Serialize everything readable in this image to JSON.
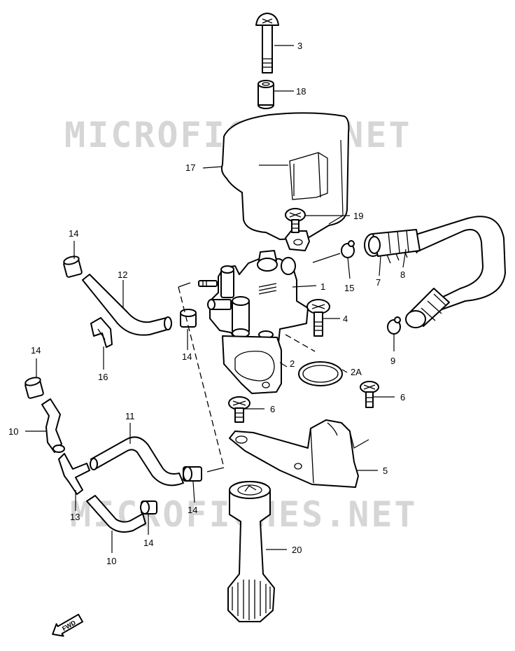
{
  "watermark": {
    "text": "MICROFICHES.NET"
  },
  "direction_marker": {
    "label": "FWD"
  },
  "callouts": [
    {
      "id": "c3",
      "label": "3"
    },
    {
      "id": "c18",
      "label": "18"
    },
    {
      "id": "c17",
      "label": "17"
    },
    {
      "id": "c19",
      "label": "19"
    },
    {
      "id": "c14a",
      "label": "14"
    },
    {
      "id": "c12",
      "label": "12"
    },
    {
      "id": "c1",
      "label": "1"
    },
    {
      "id": "c15",
      "label": "15"
    },
    {
      "id": "c7",
      "label": "7"
    },
    {
      "id": "c8",
      "label": "8"
    },
    {
      "id": "c4",
      "label": "4"
    },
    {
      "id": "c9",
      "label": "9"
    },
    {
      "id": "c16",
      "label": "16"
    },
    {
      "id": "c14b",
      "label": "14"
    },
    {
      "id": "c2",
      "label": "2"
    },
    {
      "id": "c2a",
      "label": "2A"
    },
    {
      "id": "c14c",
      "label": "14"
    },
    {
      "id": "c6a",
      "label": "6"
    },
    {
      "id": "c6b",
      "label": "6"
    },
    {
      "id": "c10a",
      "label": "10"
    },
    {
      "id": "c11",
      "label": "11"
    },
    {
      "id": "c5",
      "label": "5"
    },
    {
      "id": "c13",
      "label": "13"
    },
    {
      "id": "c14d",
      "label": "14"
    },
    {
      "id": "c14e",
      "label": "14"
    },
    {
      "id": "c20",
      "label": "20"
    },
    {
      "id": "c10b",
      "label": "10"
    }
  ]
}
